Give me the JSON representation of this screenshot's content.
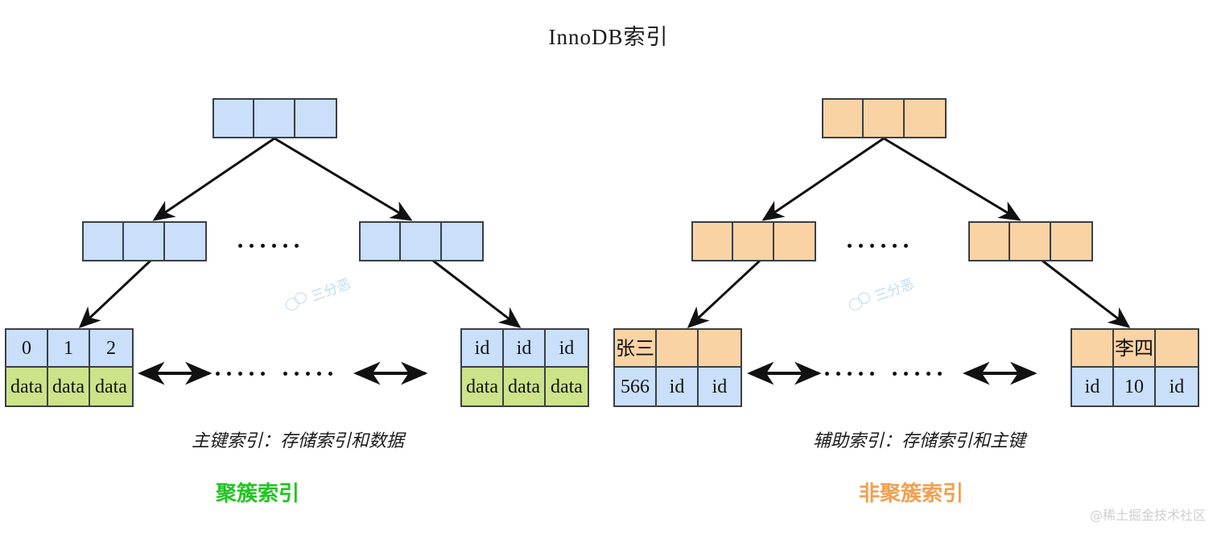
{
  "title": "InnoDB索引",
  "left_tree": {
    "accent": "#c9dffa",
    "root": {
      "cells": [
        "",
        "",
        ""
      ]
    },
    "level2": [
      {
        "cells": [
          "",
          "",
          ""
        ]
      },
      {
        "cells": [
          "",
          "",
          ""
        ]
      }
    ],
    "level2_ellipsis": "••••••",
    "leaves": [
      {
        "keys": [
          "0",
          "1",
          "2"
        ],
        "values": [
          "data",
          "data",
          "data"
        ]
      },
      {
        "keys": [
          "id",
          "id",
          "id"
        ],
        "values": [
          "data",
          "data",
          "data"
        ]
      }
    ],
    "caption": "主键索引：存储索引和数据",
    "legend": "聚簇索引",
    "legend_color": "#22c422"
  },
  "right_tree": {
    "accent": "#fad3a4",
    "root": {
      "cells": [
        "",
        "",
        ""
      ]
    },
    "level2": [
      {
        "cells": [
          "",
          "",
          ""
        ]
      },
      {
        "cells": [
          "",
          "",
          ""
        ]
      }
    ],
    "level2_ellipsis": "••••••",
    "leaves": [
      {
        "keys": [
          "张三",
          "",
          ""
        ],
        "values": [
          "566",
          "id",
          "id"
        ]
      },
      {
        "keys": [
          "",
          "李四",
          ""
        ],
        "values": [
          "id",
          "10",
          "id"
        ]
      }
    ],
    "caption": "辅助索引：存储索引和主键",
    "legend": "非聚簇索引",
    "legend_color": "#f0a050"
  },
  "leaf_link_ellipsis": "•••••",
  "watermark_inner": "三分恶",
  "watermark_corner": "@稀土掘金技术社区",
  "colors": {
    "index_blue": "#c9dffa",
    "index_orange": "#fad3a4",
    "data_green": "#cde389",
    "stroke": "#3a3f46",
    "arrow": "#111111"
  }
}
